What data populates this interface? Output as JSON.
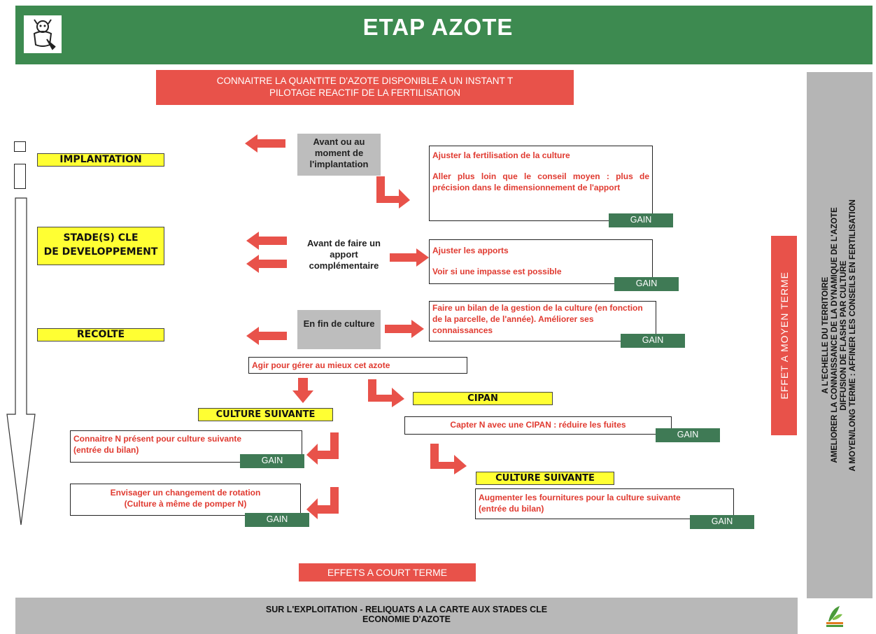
{
  "header": {
    "title": "ETAP AZOTE",
    "logo_icon": "gardener-icon",
    "bg": "#3d8a50"
  },
  "banner_top": {
    "line1": "CONNAITRE LA QUANTITE D'AZOTE DISPONIBLE A UN INSTANT T",
    "line2": "PILOTAGE REACTIF DE LA FERTILISATION",
    "color": "#e8524a"
  },
  "stages": {
    "implantation": "IMPLANTATION",
    "stade_line1": "STADE(S) CLE",
    "stade_line2": "DE DEVELOPPEMENT",
    "recolte": "RECOLTE"
  },
  "moments": {
    "avant_implantation": [
      "Avant ou au",
      "moment de",
      "l'implantation"
    ],
    "avant_apport": [
      "Avant de faire un",
      "apport",
      "complémentaire"
    ],
    "fin_culture": "En fin de culture"
  },
  "boxes": {
    "ajuster_ferti": {
      "line1": "Ajuster la fertilisation de la culture",
      "line2": "Aller plus loin que le conseil moyen : plus de précision dans le dimensionnement de l'apport"
    },
    "ajuster_apports": {
      "line1": "Ajuster les apports",
      "line2": "Voir si une impasse est possible"
    },
    "bilan": "Faire un bilan de la gestion de la culture (en fonction de la parcelle, de l'année). Améliorer ses connaissances",
    "agir": "Agir pour gérer au mieux cet azote",
    "capter": "Capter N avec une CIPAN : réduire les fuites",
    "connaitre": {
      "line1": "Connaitre N présent pour culture suivante",
      "line2": "(entrée du bilan)"
    },
    "envisager": {
      "line1": "Envisager un changement de rotation",
      "line2": "(Culture à même de pomper N)"
    },
    "augmenter": {
      "line1": "Augmenter les fournitures pour la culture suivante",
      "line2": "(entrée du bilan)"
    }
  },
  "labels": {
    "culture_suivante": "CULTURE SUIVANTE",
    "cipan": "CIPAN",
    "gain": "GAIN"
  },
  "effets_court": "EFFETS A COURT TERME",
  "effet_moyen": "EFFET A MOYEN TERME",
  "side_text": {
    "line1": "A L'ECHELLE DU TERRITOIRE",
    "line2": "AMELIORER LA CONNAISSANCE DE LA DYNAMIQUE DE L'AZOTE",
    "line3": "DIFFUSION DE FLASHS PAR CULTURE",
    "line4": "A MOYEN/LONG TERME : AFFINER LES CONSEILS EN FERTILISATION"
  },
  "footer": {
    "line1": "SUR L'EXPLOITATION - RELIQUATS A LA CARTE AUX  STADES CLE",
    "line2": "ECONOMIE D'AZOTE"
  },
  "icons": {
    "bottom_logo": "plant-logo-icon",
    "arrow": "red-arrow-icon"
  }
}
